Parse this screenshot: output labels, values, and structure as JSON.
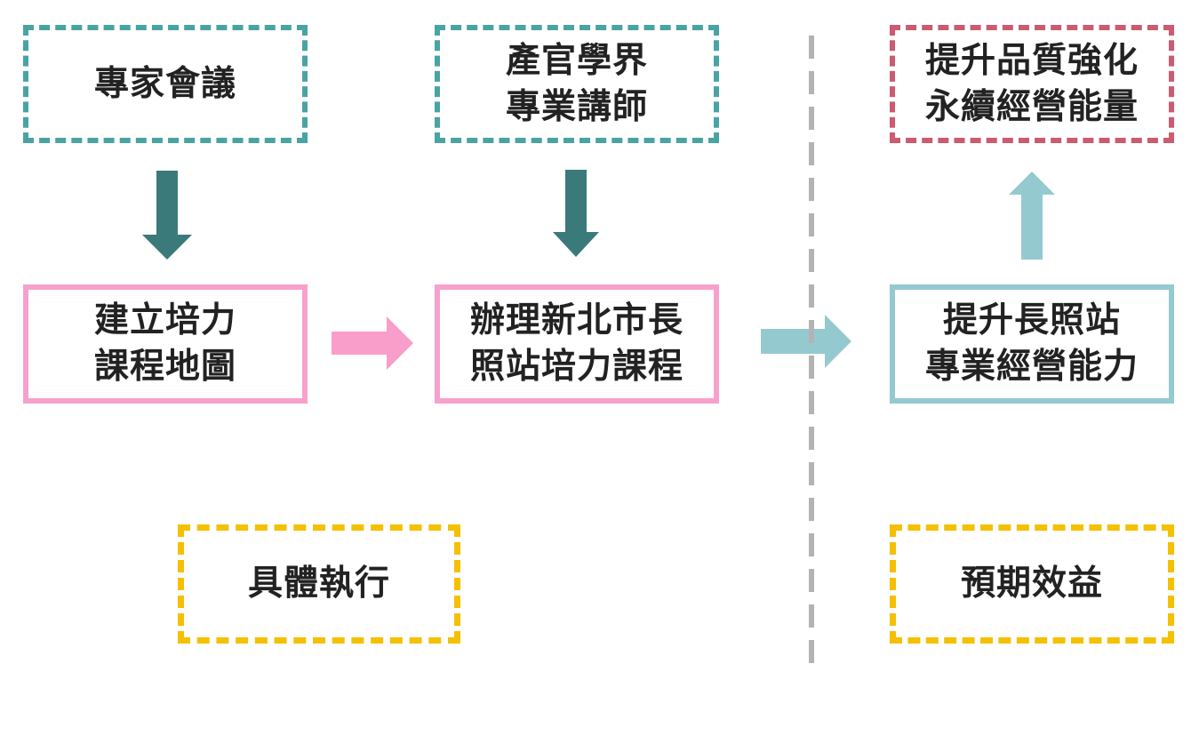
{
  "nodes": {
    "expert_meeting": "專家會議",
    "lecturers": "產官學界\n專業講師",
    "quality": "提升品質強化\n永續經營能量",
    "training_map": "建立培力\n課程地圖",
    "courses": "辦理新北市長\n照站培力課程",
    "management": "提升長照站\n專業經營能力"
  },
  "legend": {
    "execution": "具體執行",
    "benefit": "預期效益"
  },
  "colors": {
    "teal_dashed": "#4aa3a3",
    "dark_teal_arrow": "#3b7a7b",
    "pink_solid": "#f7a1cc",
    "blue_solid": "#95c9d0",
    "red_dashed": "#cc5a70",
    "yellow_dashed": "#f5c000",
    "divider_gray": "#b3b3b3"
  }
}
